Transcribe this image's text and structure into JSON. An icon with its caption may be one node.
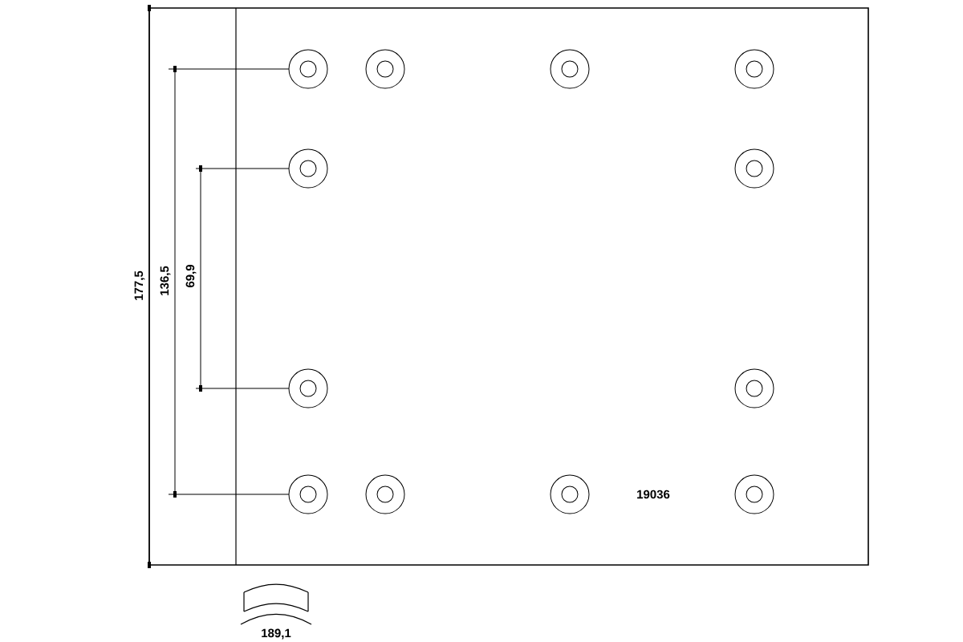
{
  "diagram": {
    "labels": [
      "177,5",
      "136,5",
      "69,9",
      "19036",
      "189,1"
    ]
  }
}
